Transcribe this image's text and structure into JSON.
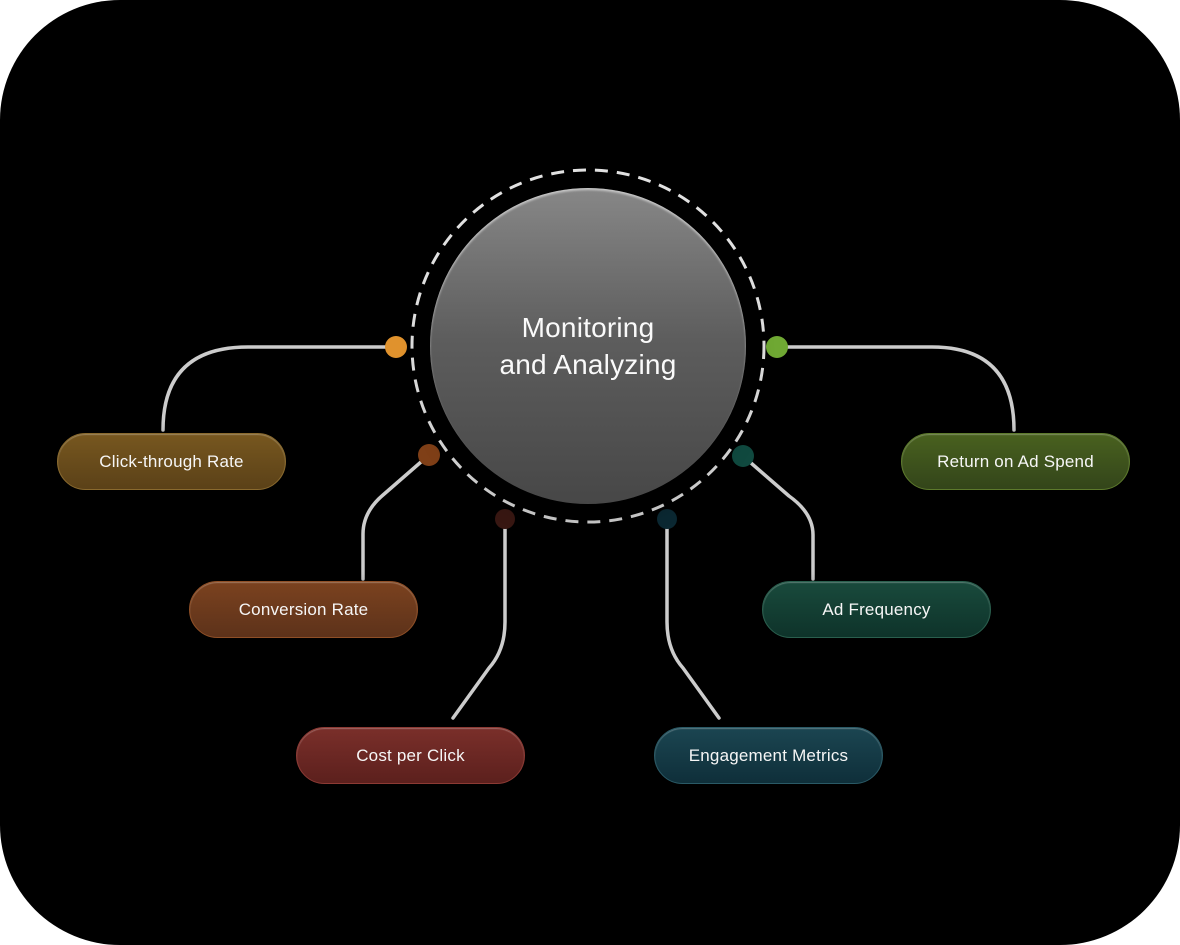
{
  "canvas": {
    "background_color": "#000000",
    "page_color": "#ffffff"
  },
  "center": {
    "label_line1": "Monitoring",
    "label_line2": "and Analyzing",
    "fill_top": "#878787",
    "fill_bottom": "#474747",
    "text_color": "#fafafa",
    "ring_color": "#e2e2e2"
  },
  "connector": {
    "line_color": "#cccccc"
  },
  "branches": [
    {
      "label": "Click-through Rate",
      "dot_color": "#e0922d",
      "pill_top": "#77571f",
      "pill_bottom": "#5b4118",
      "pill_edge": "#8a6a2e"
    },
    {
      "label": "Conversion Rate",
      "dot_color": "#7f3f17",
      "pill_top": "#7b421f",
      "pill_bottom": "#5d321a",
      "pill_edge": "#8f4f26"
    },
    {
      "label": "Cost per Click",
      "dot_color": "#381712",
      "pill_top": "#7a2f2a",
      "pill_bottom": "#5c201d",
      "pill_edge": "#8c3a34"
    },
    {
      "label": "Engagement Metrics",
      "dot_color": "#0b2832",
      "pill_top": "#1b4551",
      "pill_bottom": "#0f2f3a",
      "pill_edge": "#2a5a66"
    },
    {
      "label": "Ad Frequency",
      "dot_color": "#10493f",
      "pill_top": "#194a3c",
      "pill_bottom": "#0e332a",
      "pill_edge": "#2a5f4e"
    },
    {
      "label": "Return on Ad Spend",
      "dot_color": "#6fa833",
      "pill_top": "#49611f",
      "pill_bottom": "#33451a",
      "pill_edge": "#5d7a2c"
    }
  ]
}
